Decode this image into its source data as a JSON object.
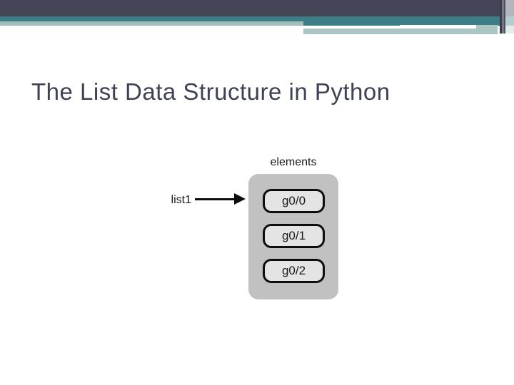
{
  "slide": {
    "title": "The List Data Structure in Python",
    "colors": {
      "header_dark": "#434556",
      "header_teal": "#3d7d85",
      "header_sage": "#a3bfbd",
      "title_text": "#3f4254",
      "diagram_container_fill": "#c1c1c1",
      "diagram_box_fill": "#e4e4e4",
      "diagram_line": "#0d0d0d"
    },
    "diagram": {
      "pointer_label": "list1",
      "elements_label": "elements",
      "elements": [
        "g0/0",
        "g0/1",
        "g0/2"
      ]
    }
  }
}
